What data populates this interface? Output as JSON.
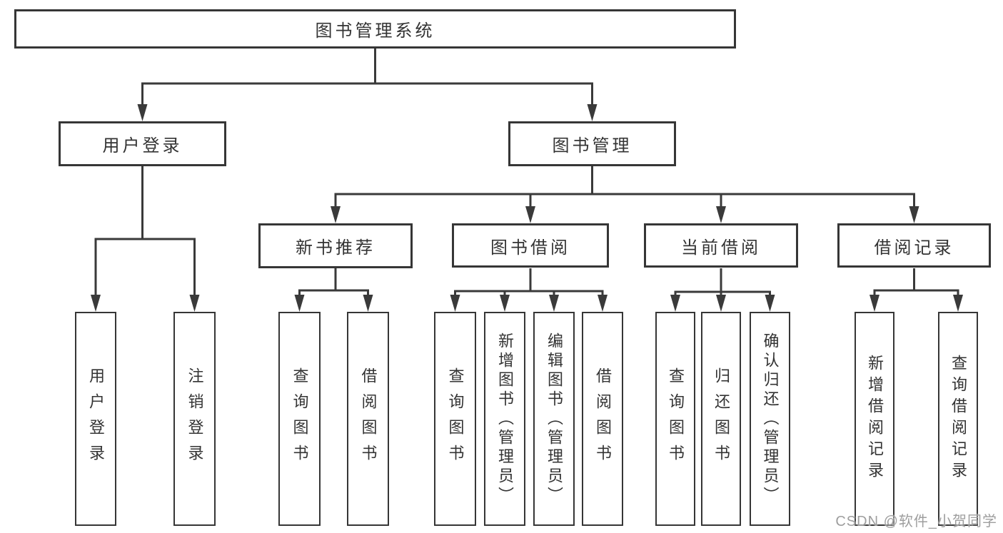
{
  "diagram": {
    "type": "hierarchy-tree",
    "tree": {
      "label": "图书管理系统",
      "children": [
        {
          "label": "用户登录",
          "children": [
            {
              "label": "用户登录"
            },
            {
              "label": "注销登录"
            }
          ]
        },
        {
          "label": "图书管理",
          "children": [
            {
              "label": "新书推荐",
              "children": [
                {
                  "label": "查询图书"
                },
                {
                  "label": "借阅图书"
                }
              ]
            },
            {
              "label": "图书借阅",
              "children": [
                {
                  "label": "查询图书"
                },
                {
                  "label": "新增图书（管理员）"
                },
                {
                  "label": "编辑图书（管理员）"
                },
                {
                  "label": "借阅图书"
                }
              ]
            },
            {
              "label": "当前借阅",
              "children": [
                {
                  "label": "查询图书"
                },
                {
                  "label": "归还图书"
                },
                {
                  "label": "确认归还（管理员）"
                }
              ]
            },
            {
              "label": "借阅记录",
              "children": [
                {
                  "label": "新增借阅记录"
                },
                {
                  "label": "查询借阅记录"
                }
              ]
            }
          ]
        }
      ]
    },
    "colors": {
      "line": "#3a3a3a",
      "box_border": "#363636",
      "text": "#333333",
      "background": "#ffffff",
      "watermark": "#9e9e9e"
    }
  },
  "watermark": "CSDN @软件_小贺同学"
}
